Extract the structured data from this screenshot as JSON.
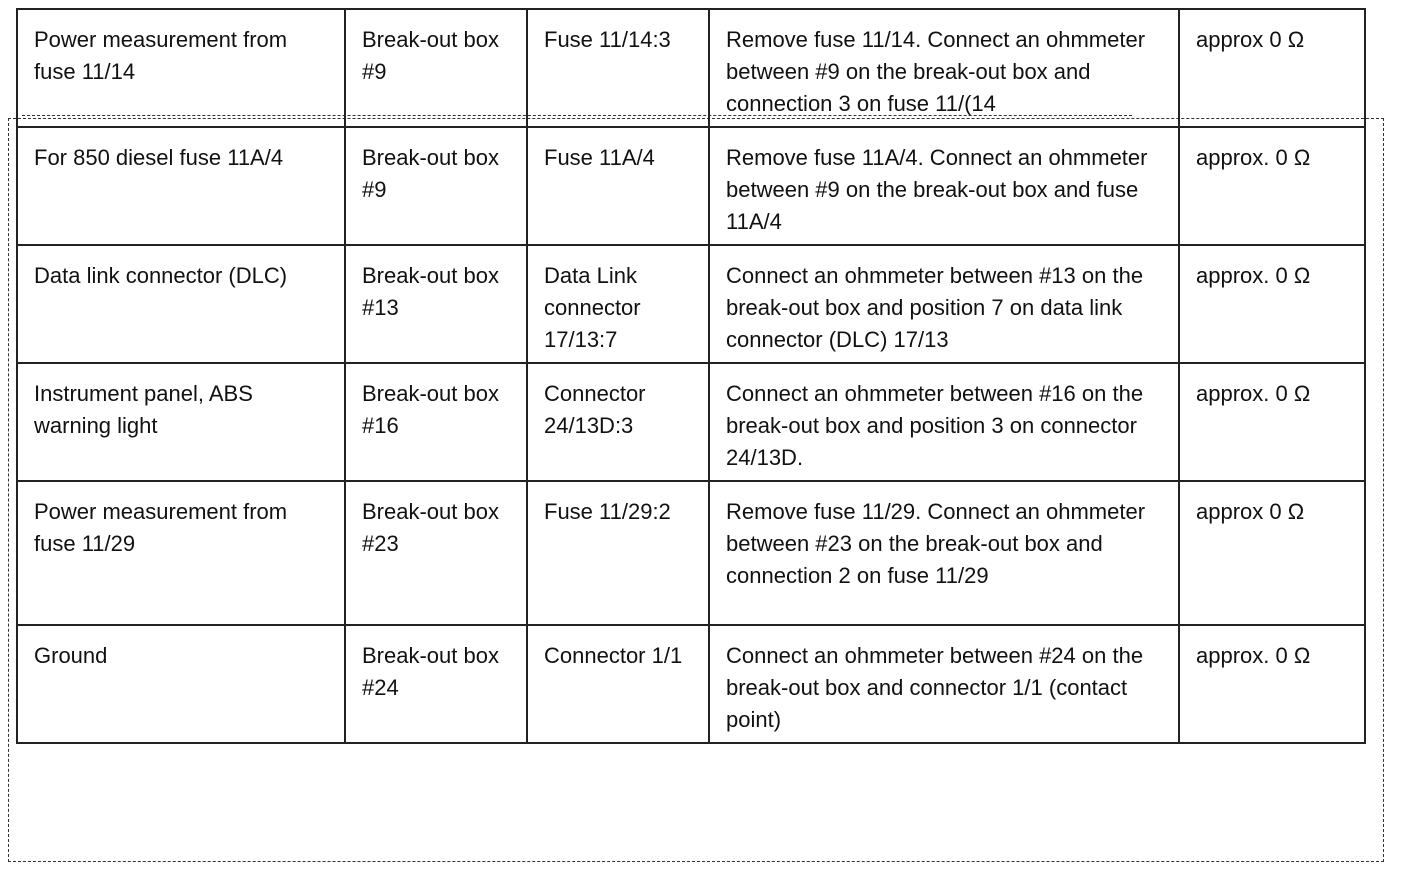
{
  "table": {
    "rows": [
      {
        "location": "Power measurement from fuse 11/14",
        "breakout": "Break-out box #9",
        "connection": "Fuse 11/14:3",
        "procedure": "Remove fuse 11/14. Connect an ohmmeter between #9 on the break-out box and connection 3 on fuse 11/(14",
        "value": "approx 0 Ω"
      },
      {
        "location": "For 850 diesel fuse 11A/4",
        "breakout": "Break-out box #9",
        "connection": "Fuse 11A/4",
        "procedure": "Remove fuse 11A/4. Connect an ohmmeter between #9 on the break-out box and fuse 11A/4",
        "value": "approx. 0 Ω"
      },
      {
        "location": "Data link connector (DLC)",
        "breakout": "Break-out box #13",
        "connection": "Data Link connector 17/13:7",
        "procedure": "Connect an ohmmeter between #13 on the break-out box and position 7 on data link connector (DLC) 17/13",
        "value": "approx. 0 Ω"
      },
      {
        "location": "Instrument panel, ABS warning light",
        "breakout": "Break-out box #16",
        "connection": "Connector 24/13D:3",
        "procedure": "Connect an ohmmeter between #16 on the break-out box and position 3 on connector 24/13D.",
        "value": "approx. 0 Ω"
      },
      {
        "location": "Power measurement from fuse 11/29",
        "breakout": "Break-out box #23",
        "connection": "Fuse 11/29:2",
        "procedure": "Remove fuse 11/29. Connect an ohmmeter between #23 on the break-out box and connection 2 on fuse 11/29",
        "value": "approx 0 Ω"
      },
      {
        "location": "Ground",
        "breakout": "Break-out box #24",
        "connection": "Connector 1/1",
        "procedure": "Connect an ohmmeter between #24 on the break-out box and connector 1/1 (contact point)",
        "value": "approx. 0 Ω"
      }
    ]
  }
}
